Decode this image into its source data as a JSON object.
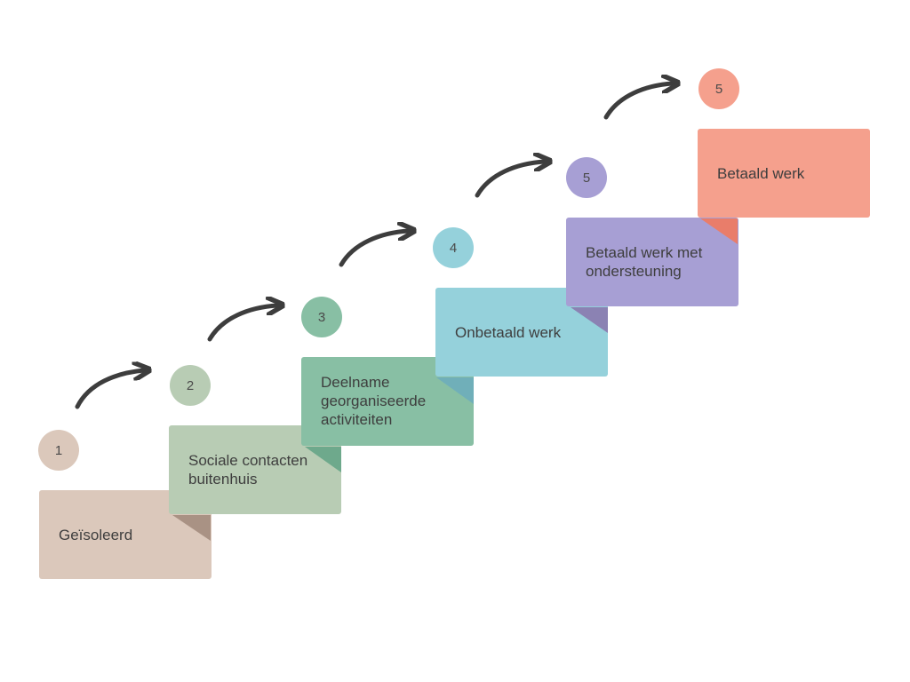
{
  "steps": [
    {
      "number": "1",
      "label": "Geïsoleerd",
      "color": "#dbc8bb",
      "fold_color": "#a99284"
    },
    {
      "number": "2",
      "label": "Sociale contacten buitenhuis",
      "color": "#b8ccb4",
      "fold_color": "#6ea98c"
    },
    {
      "number": "3",
      "label": "Deelname georganiseerde activiteiten",
      "color": "#88bfa4",
      "fold_color": "#70afb9"
    },
    {
      "number": "4",
      "label": "Onbetaald werk",
      "color": "#95d1db",
      "fold_color": "#8b82b3"
    },
    {
      "number": "5",
      "label": "Betaald werk met ondersteuning",
      "color": "#a79fd4",
      "fold_color": "#e97d6a"
    },
    {
      "number": "5",
      "label": "Betaald werk",
      "color": "#f5a08d",
      "fold_color": "#e97d6a"
    }
  ],
  "arrow_color": "#3d3d3d"
}
